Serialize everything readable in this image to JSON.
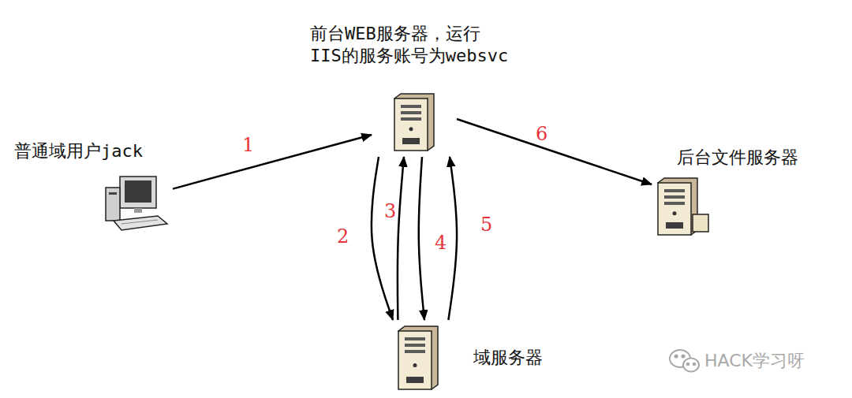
{
  "diagram": {
    "nodes": [
      {
        "text": [
          "普通域用户jack"
        ]
      },
      {
        "text": [
          "前台WEB服务器，运行 IIS的服务账号为websvc"
        ]
      },
      {
        "text": [
          "域服务器"
        ]
      },
      {
        "text": [
          "后台文件服务器"
        ]
      }
    ],
    "edges": [
      {
        "from": 0,
        "to": 1,
        "arrow": "to",
        "label": "1"
      },
      {
        "from": 1,
        "to": 2,
        "arrow": "to",
        "label": "2"
      },
      {
        "from": 2,
        "to": 1,
        "arrow": "to",
        "label": "3"
      },
      {
        "from": 1,
        "to": 2,
        "arrow": "to",
        "label": "4"
      },
      {
        "from": 2,
        "to": 1,
        "arrow": "to",
        "label": "5"
      },
      {
        "from": 1,
        "to": 3,
        "arrow": "to",
        "label": "6"
      }
    ],
    "labels": [
      "HACK学习呀"
    ]
  }
}
